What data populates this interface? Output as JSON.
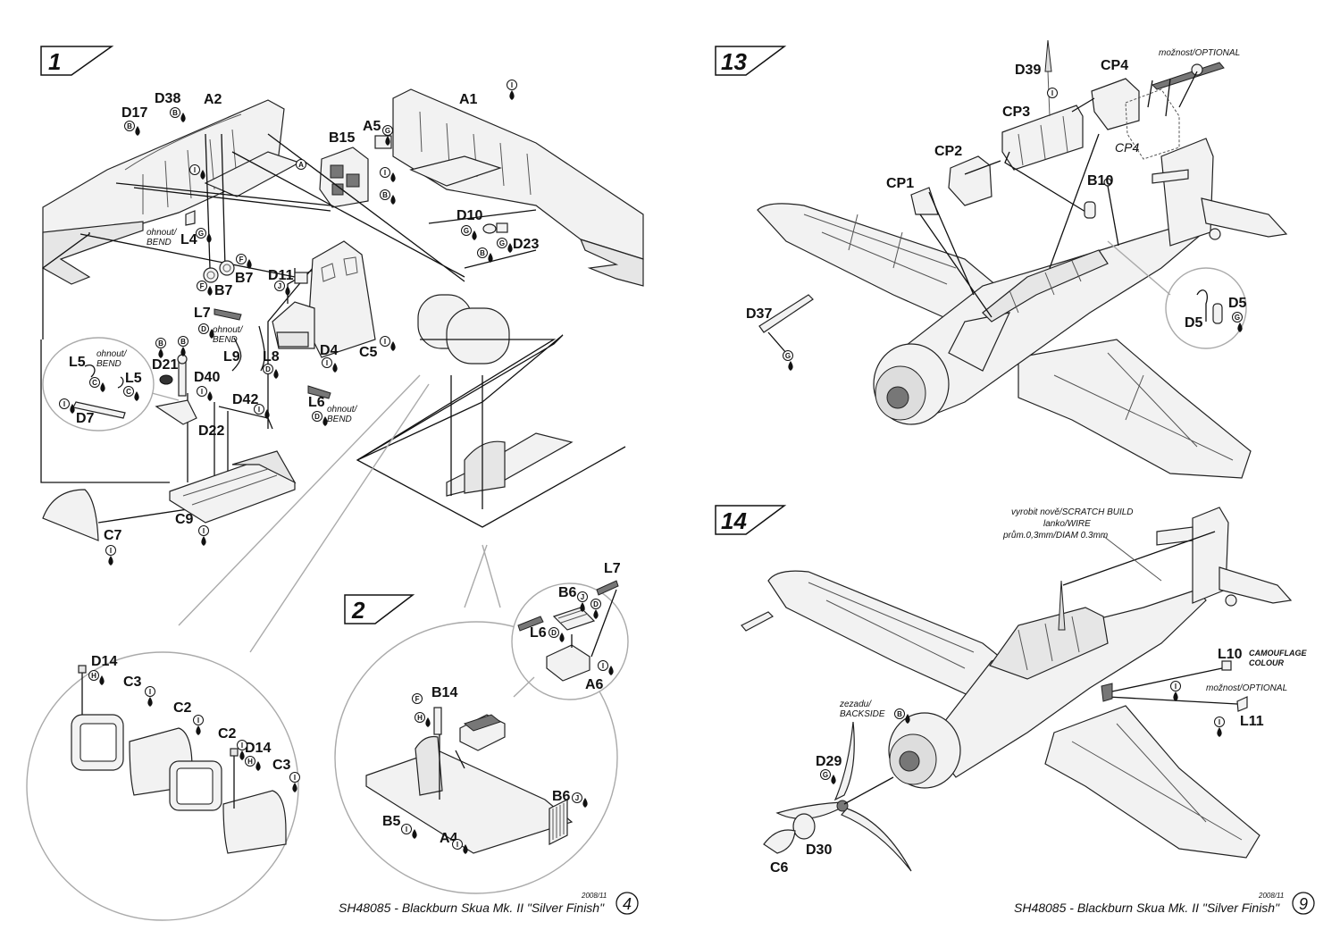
{
  "left_page": {
    "step1": {
      "number": "1"
    },
    "step2": {
      "number": "2"
    },
    "footer": {
      "date": "2008/11",
      "title": "SH48085 - Blackburn Skua Mk. II \"Silver Finish\"",
      "page": "4"
    },
    "labels": {
      "A1": "A1",
      "A2": "A2",
      "A4": "A4",
      "A5": "A5",
      "A6": "A6",
      "B5": "B5",
      "B6a": "B6",
      "B6b": "B6",
      "B7a": "B7",
      "B7b": "B7",
      "B14": "B14",
      "B15": "B15",
      "C2a": "C2",
      "C2b": "C2",
      "C3a": "C3",
      "C3b": "C3",
      "C5": "C5",
      "C7": "C7",
      "C9": "C9",
      "D4": "D4",
      "D7": "D7",
      "D10": "D10",
      "D11": "D11",
      "D14a": "D14",
      "D14b": "D14",
      "D17": "D17",
      "D21": "D21",
      "D22": "D22",
      "D23": "D23",
      "D38": "D38",
      "D40": "D40",
      "D42": "D42",
      "L4": "L4",
      "L5a": "L5",
      "L5b": "L5",
      "L6a": "L6",
      "L6b": "L6",
      "L7a": "L7",
      "L7b": "L7",
      "L8": "L8",
      "L9": "L9"
    },
    "notes": {
      "bend_l4_1": "ohnout/",
      "bend_l4_2": "BEND",
      "bend_l7_1": "ohnout/",
      "bend_l7_2": "BEND",
      "bend_l5_1": "ohnout/",
      "bend_l5_2": "BEND",
      "bend_l6_1": "ohnout/",
      "bend_l6_2": "BEND"
    }
  },
  "right_page": {
    "step13": {
      "number": "13"
    },
    "step14": {
      "number": "14"
    },
    "footer": {
      "date": "2008/11",
      "title": "SH48085 - Blackburn Skua Mk. II \"Silver Finish\"",
      "page": "9"
    },
    "labels": {
      "CP1": "CP1",
      "CP2": "CP2",
      "CP3": "CP3",
      "CP4": "CP4",
      "CP4_italic": "CP4",
      "D39": "D39",
      "B10": "B10",
      "D37": "D37",
      "D5a": "D5",
      "D5b": "D5",
      "L10": "L10",
      "L11": "L11",
      "D29": "D29",
      "D30": "D30",
      "C6": "C6"
    },
    "notes": {
      "optional_13": "možnost/OPTIONAL",
      "scratch_1": "vyrobit nově/SCRATCH BUILD",
      "scratch_2": "lanko/WIRE",
      "scratch_3": "prům.0,3mm/DIAM 0.3mm",
      "camo_1": "CAMOUFLAGE",
      "camo_2": "COLOUR",
      "optional_14": "možnost/OPTIONAL",
      "backside_1": "zezadu/",
      "backside_2": "BACKSIDE"
    }
  },
  "color_badges": [
    "A",
    "B",
    "C",
    "D",
    "F",
    "G",
    "H",
    "I",
    "J"
  ]
}
